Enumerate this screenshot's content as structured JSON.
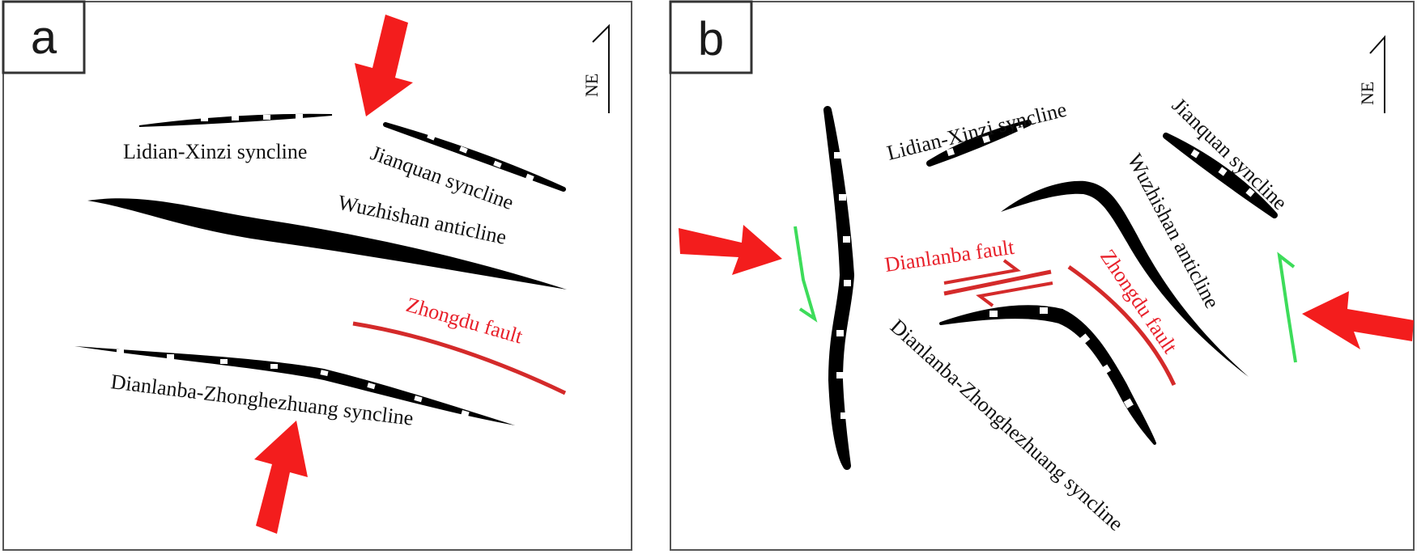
{
  "panels": [
    {
      "letter": "a",
      "north_label": "NE",
      "labels": {
        "lidian_xinzi": "Lidian-Xinzi syncline",
        "jianquan": "Jianquan syncline",
        "wuzhishan": "Wuzhishan anticline",
        "zhongdu": "Zhongdu fault",
        "dianlanba_zhonghezhuang": "Dianlanba-Zhonghezhuang syncline"
      }
    },
    {
      "letter": "b",
      "north_label": "NE",
      "labels": {
        "lidian_xinzi": "Lidian-Xinzi syncline",
        "jianquan": "Jianquan syncline",
        "wuzhishan": "Wuzhishan anticline",
        "dianlanba_fault": "Dianlanba fault",
        "zhongdu": "Zhongdu fault",
        "dianlanba_zhonghezhuang": "Dianlanba-Zhonghezhuang syncline"
      }
    }
  ],
  "colors": {
    "fold_fill": "#000000",
    "fault": "#d42a2a",
    "compression_arrow": "#f31d1d",
    "shear_sense": "#3ddc5a",
    "frame": "#555555"
  }
}
